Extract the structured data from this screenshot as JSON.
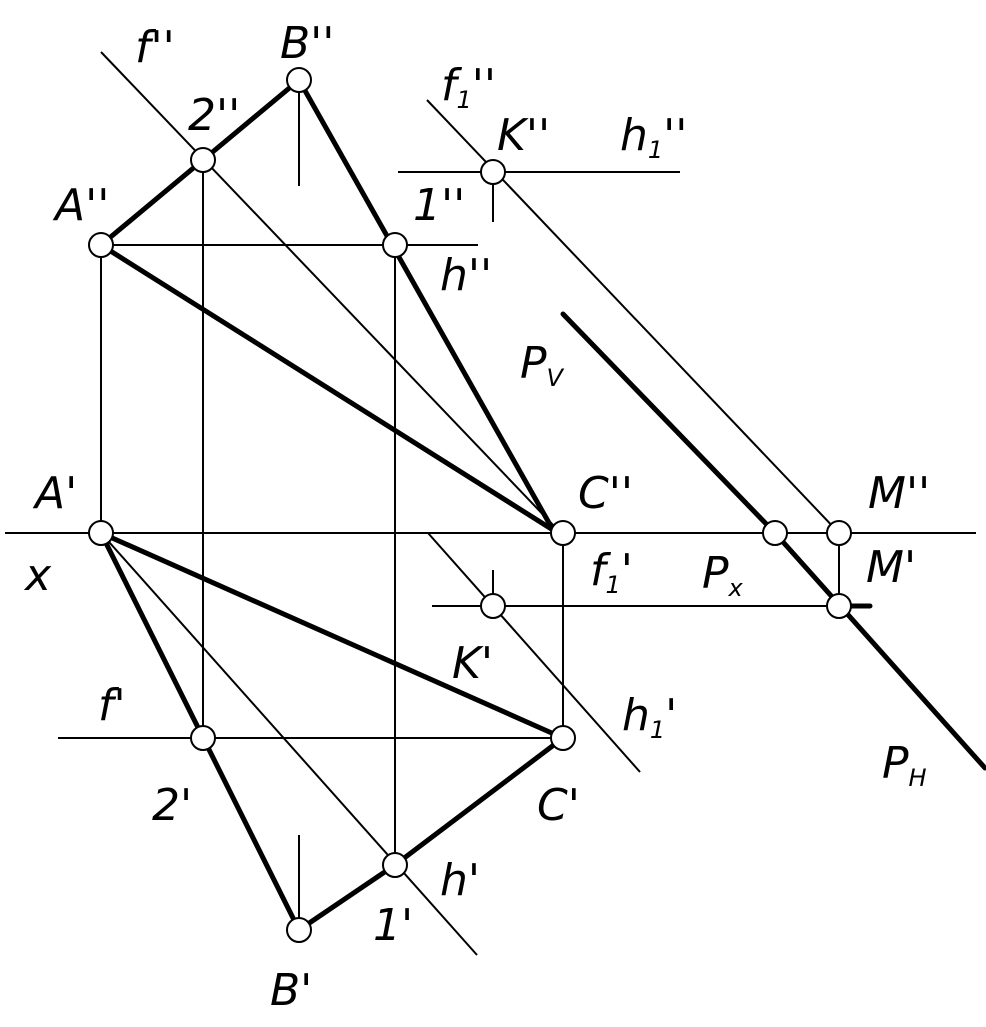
{
  "labels": {
    "f_pp": "f''",
    "B_pp": "B''",
    "two_pp": "2''",
    "A_pp": "A''",
    "one_pp": "1''",
    "h_pp": "h''",
    "f1_pp": "f",
    "f1_pp_sub": "1",
    "f1_pp_mark": "''",
    "K_pp": "K''",
    "h1_pp": "h",
    "h1_pp_sub": "1",
    "h1_pp_mark": "''",
    "Pv": "P",
    "Pv_sub": "V",
    "A_p": "A'",
    "x": "x",
    "C_pp": "C''",
    "M_pp": "M''",
    "f1_p": "f",
    "f1_p_sub": "1",
    "f1_p_mark": "'",
    "Px": "P",
    "Px_sub": "x",
    "M_p": "M'",
    "K_p": "K'",
    "h1_p": "h",
    "h1_p_sub": "1",
    "h1_p_mark": "'",
    "f_p": "f'",
    "two_p": "2'",
    "C_p": "C'",
    "Ph": "P",
    "Ph_sub": "H",
    "h_p": "h'",
    "one_p": "1'",
    "B_p": "B'"
  },
  "colors": {
    "line": "#000000",
    "background": "#ffffff",
    "point_fill": "#ffffff"
  }
}
